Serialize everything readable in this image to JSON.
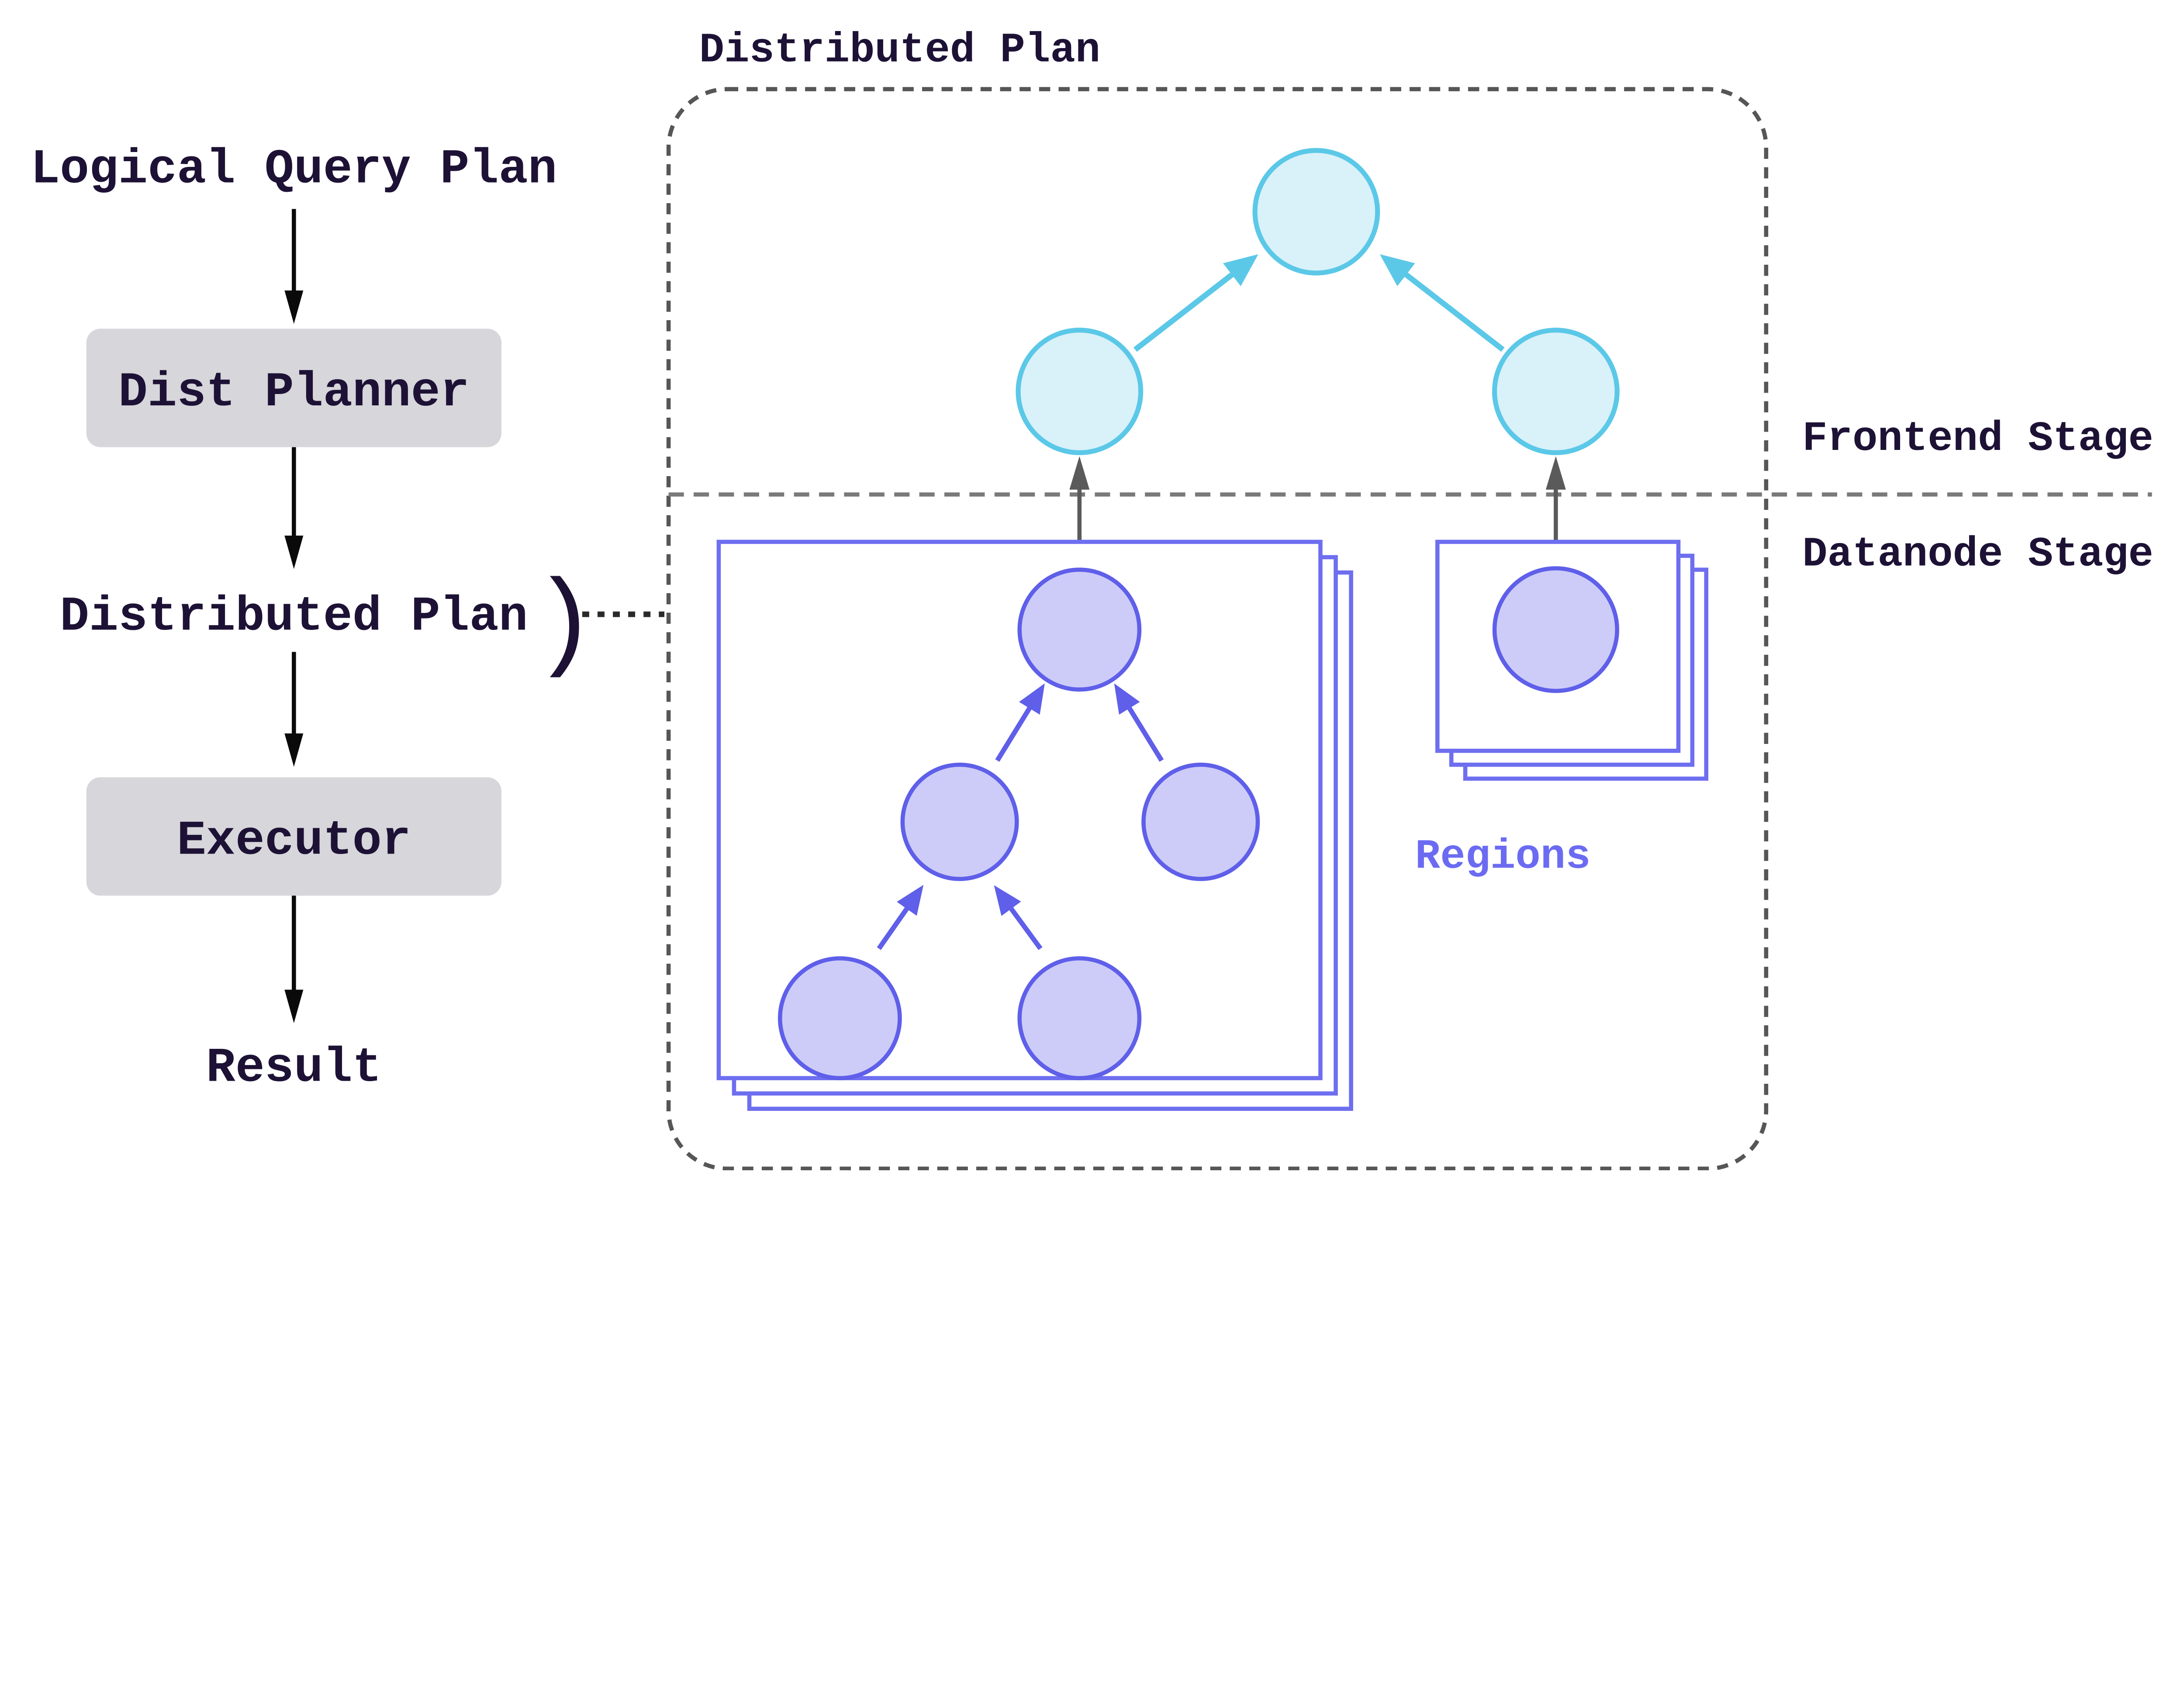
{
  "colors": {
    "background": "#ffffff",
    "text_dark": "#1d1235",
    "box_gray": "#d6d6db",
    "arrow_black": "#0a0a0a",
    "arrow_gray": "#5a5a5a",
    "divider_gray": "#7a7a7a",
    "border_gray": "#565656",
    "connector_dark": "#2a2a2a",
    "cyan_stroke": "#5bc8e8",
    "cyan_fill": "#d9f1f9",
    "purple_stroke": "#5f5fea",
    "purple_fill": "#cdccf8",
    "square_stroke": "#6e6ef0",
    "regions_text": "#6b6bf2"
  },
  "left_flow": {
    "logical_query_plan": "Logical Query Plan",
    "dist_planner": "Dist Planner",
    "distributed_plan": "Distributed Plan",
    "brace": ")",
    "executor": "Executor",
    "result": "Result"
  },
  "distributed_plan_panel": {
    "title": "Distributed Plan",
    "frontend_stage": "Frontend Stage",
    "datanode_stage": "Datanode Stage",
    "regions": "Regions"
  }
}
